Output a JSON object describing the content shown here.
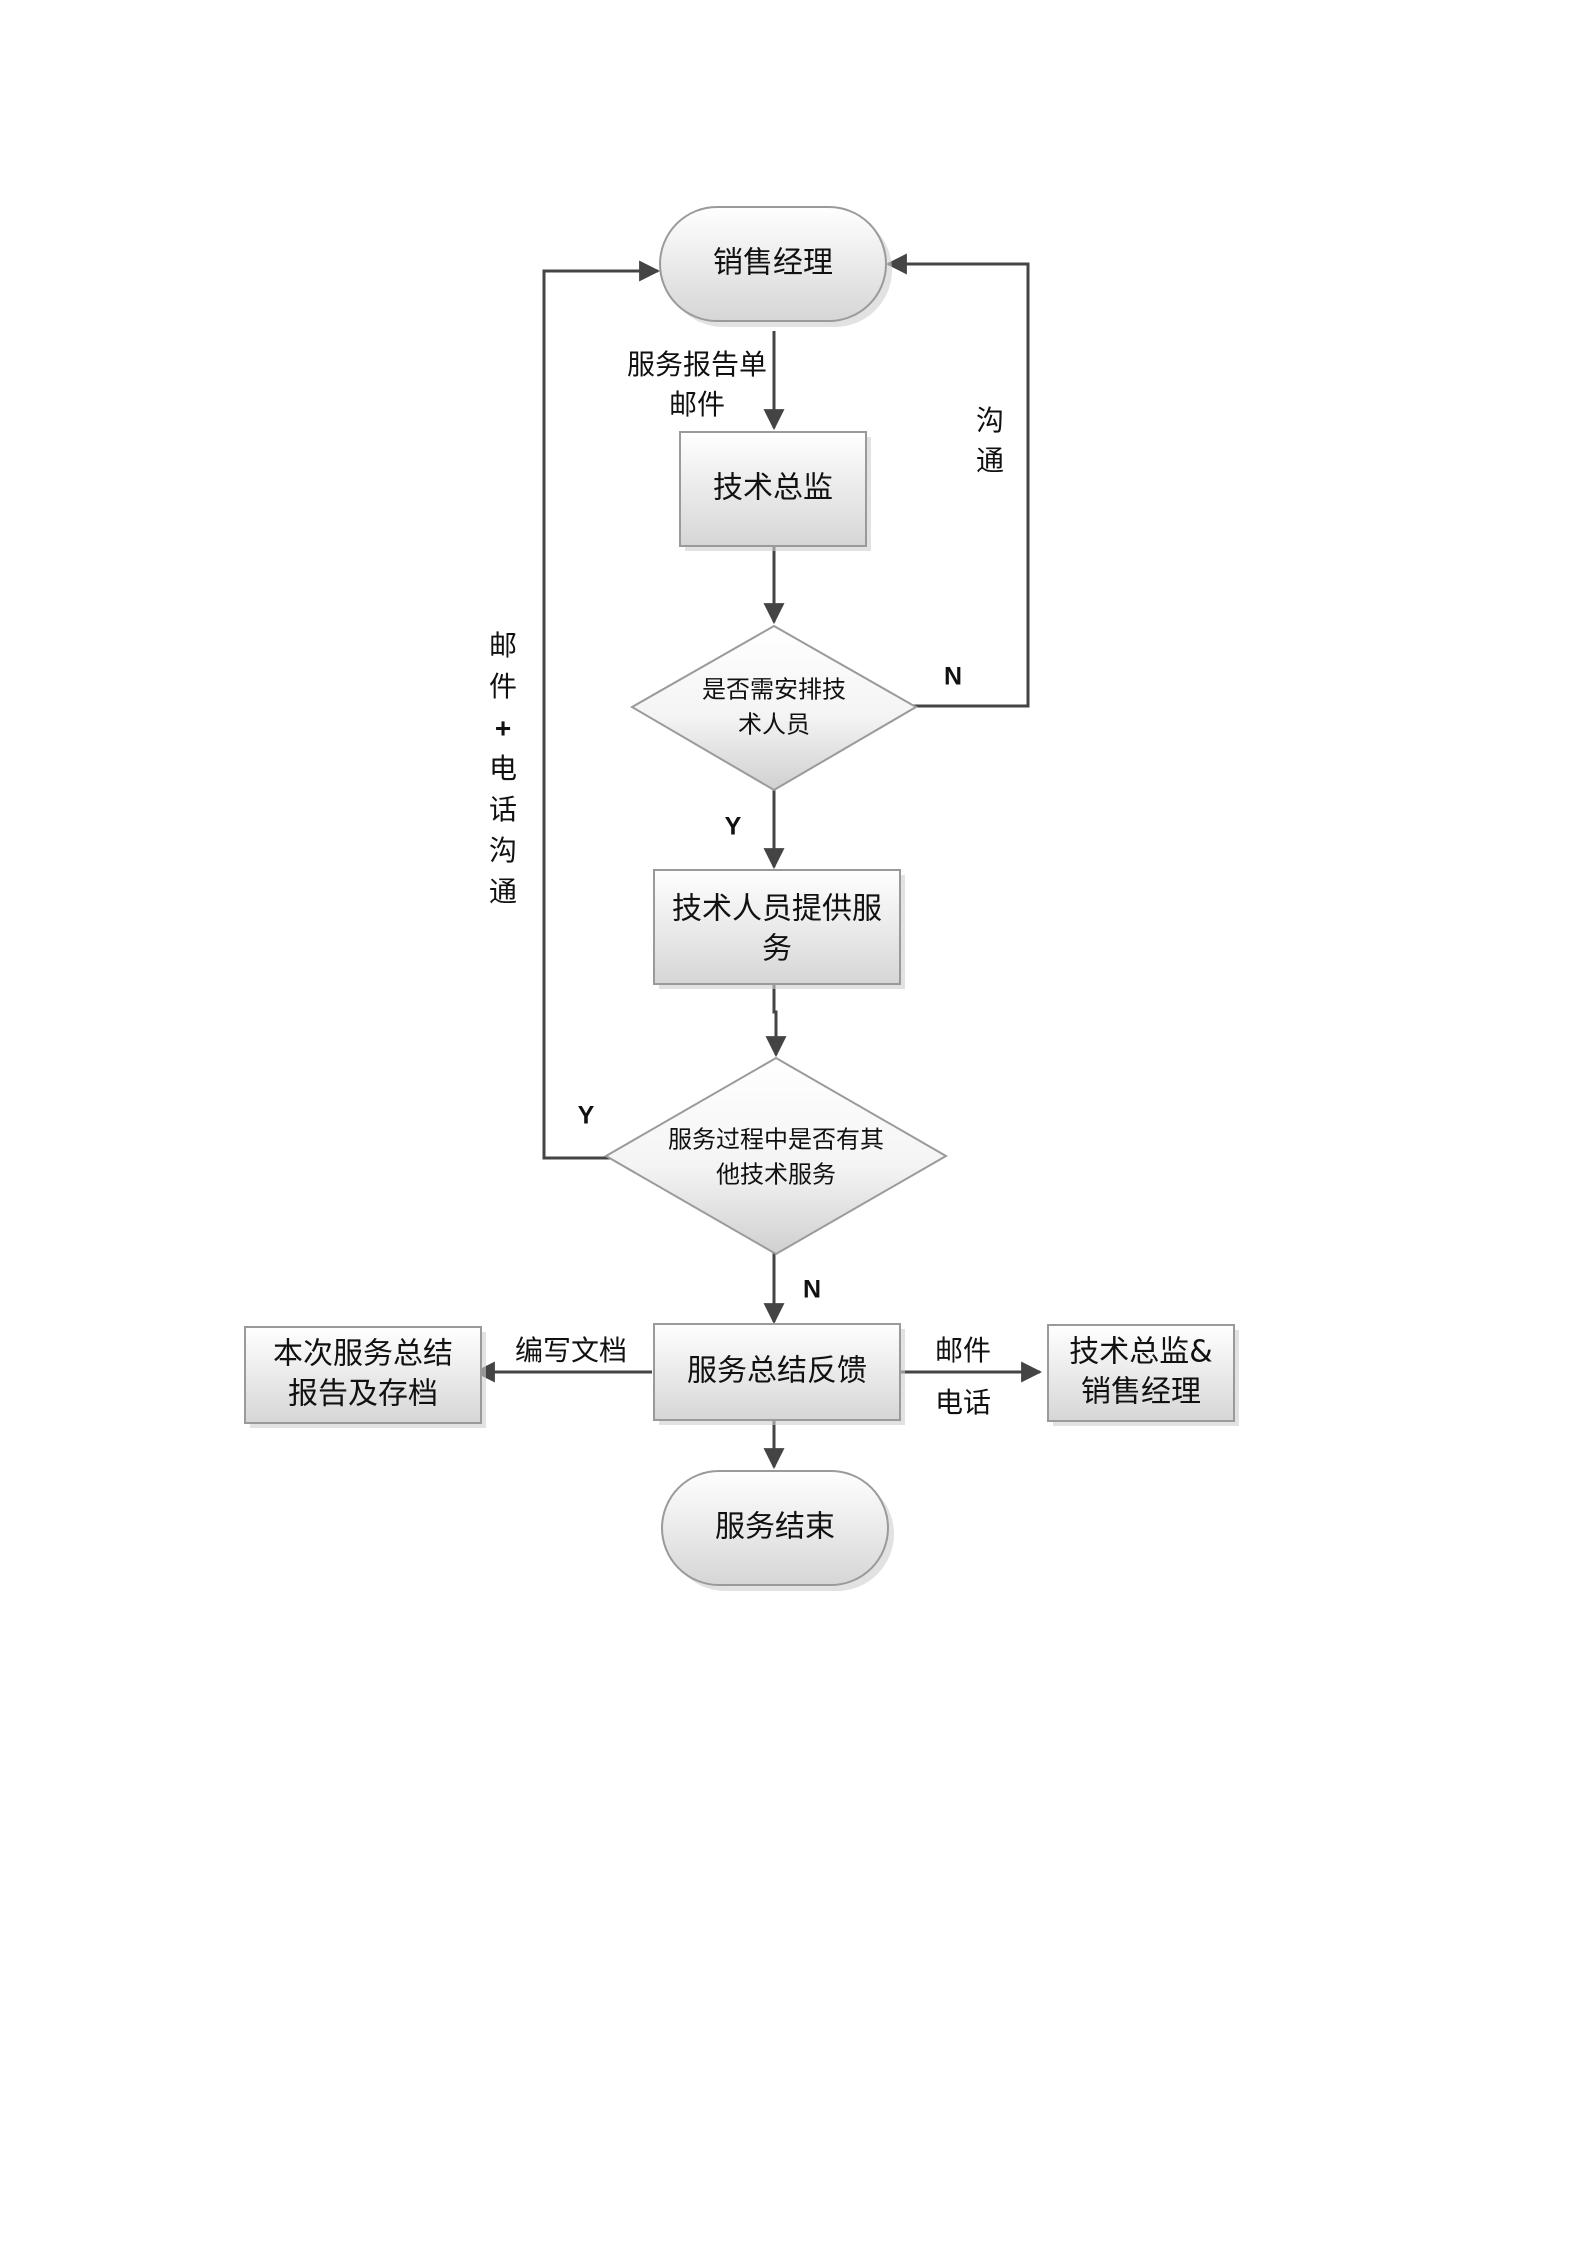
{
  "nodes": {
    "sales_manager": "销售经理",
    "tech_director": "技术总监",
    "decision_arrange": [
      "是否需安排技",
      "术人员"
    ],
    "tech_staff_service": [
      "技术人员提供服",
      "务"
    ],
    "decision_other": [
      "服务过程中是否有其",
      "他技术服务"
    ],
    "summary_feedback": "服务总结反馈",
    "report_archive": [
      "本次服务总结",
      "报告及存档"
    ],
    "director_and_manager": [
      "技术总监&",
      "销售经理"
    ],
    "service_end": "服务结束"
  },
  "edge_labels": {
    "report_email": [
      "服务报告单",
      "邮件"
    ],
    "communicate": [
      "沟",
      "通"
    ],
    "email_phone": [
      "邮",
      "件",
      "+",
      "电",
      "话",
      "沟",
      "通"
    ],
    "no_1": "N",
    "yes_1": "Y",
    "yes_2": "Y",
    "no_2": "N",
    "write_doc": "编写文档",
    "mail_phone": [
      "邮件",
      "电话"
    ]
  },
  "colors": {
    "shape_top": "#ffffff",
    "shape_bottom": "#d9d9d9",
    "stroke": "#9a9a9a",
    "edge": "#444444",
    "text": "#111111"
  }
}
